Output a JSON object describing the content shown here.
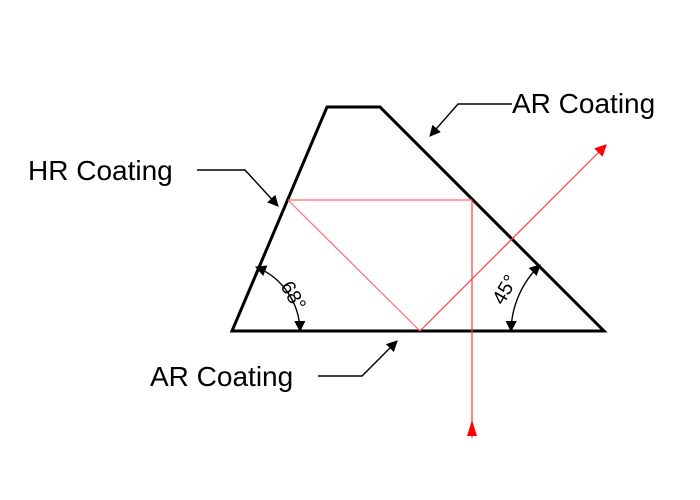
{
  "diagram": {
    "labels": {
      "ar_coating_top": "AR Coating",
      "hr_coating": "HR Coating",
      "ar_coating_bottom": "AR Coating"
    },
    "angles": {
      "left": "68°",
      "right": "45°"
    },
    "colors": {
      "outline": "#000000",
      "beam": "#ff0000",
      "beam_path": "#ff6b6b",
      "background": "#ffffff"
    },
    "icons": {
      "beam_arrow": "arrowhead",
      "leader_arrow": "arrowhead"
    }
  }
}
